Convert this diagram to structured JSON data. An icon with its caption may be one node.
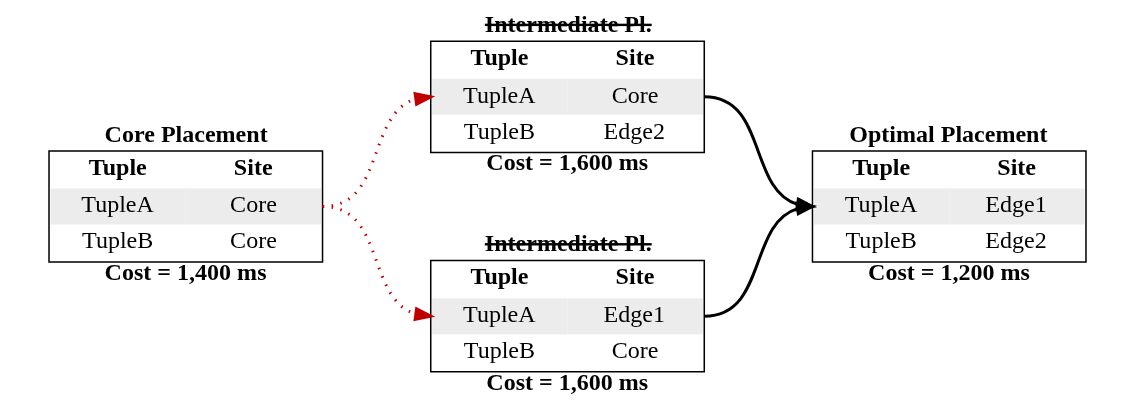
{
  "diagram": {
    "nodes": [
      {
        "text": [
          "Core Placement",
          "Tuple",
          "Site",
          "TupleA",
          "Core",
          "TupleB",
          "Core"
        ],
        "beside": [
          "Cost = 1,400 ms"
        ]
      },
      {
        "text": [
          "Intermediate Pl.",
          "Tuple",
          "Site",
          "TupleA",
          "Core",
          "TupleB",
          "Edge2"
        ],
        "beside": [
          "Cost = 1,600 ms"
        ]
      },
      {
        "text": [
          "Intermediate Pl.",
          "Tuple",
          "Site",
          "TupleA",
          "Edge1",
          "TupleB",
          "Core"
        ],
        "beside": [
          "Cost = 1,600 ms"
        ]
      },
      {
        "text": [
          "Optimal Placement",
          "Tuple",
          "Site",
          "TupleA",
          "Edge1",
          "TupleB",
          "Edge2"
        ],
        "beside": [
          "Cost = 1,200 ms"
        ]
      }
    ],
    "edges": [
      {
        "from": 0,
        "to": 1,
        "arrow": "to",
        "style": "dashed",
        "color": "#c00000"
      },
      {
        "from": 0,
        "to": 2,
        "arrow": "to",
        "style": "dashed",
        "color": "#c00000"
      },
      {
        "from": 1,
        "to": 3,
        "arrow": "to",
        "color": "#000000"
      },
      {
        "from": 2,
        "to": 3,
        "arrow": "to",
        "color": "#000000"
      }
    ]
  }
}
